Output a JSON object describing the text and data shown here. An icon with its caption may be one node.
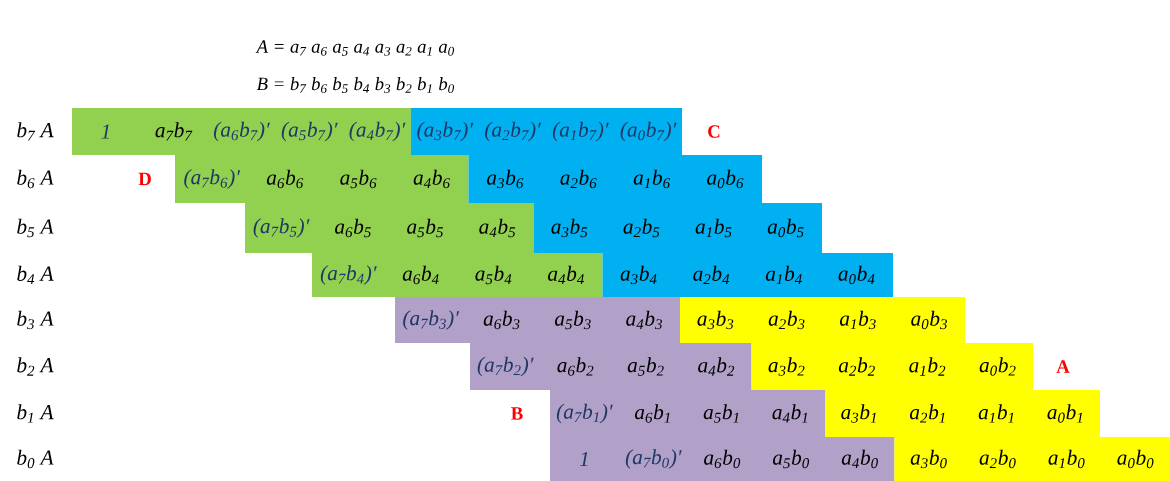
{
  "diagram": {
    "labels": [
      "A = a$_{7}$ a$_{6}$ a$_{5}$ a$_{4}$ a$_{3}$ a$_{2}$ a$_{1}$ a$_{0}$",
      "B = b$_{7}$ b$_{6}$ b$_{5}$ b$_{4}$ b$_{3}$ b$_{2}$ b$_{1}$ b$_{0}$",
      "b$_{7}$ A",
      "1",
      "a$_{7}$b$_{7}$",
      "(a$_{6}$b$_{7}$)′",
      "(a$_{5}$b$_{7}$)′",
      "(a$_{4}$b$_{7}$)′",
      "(a$_{3}$b$_{7}$)′",
      "(a$_{2}$b$_{7}$)′",
      "(a$_{1}$b$_{7}$)′",
      "(a$_{0}$b$_{7}$)′",
      "C",
      "b$_{6}$ A",
      "D",
      "(a$_{7}$b$_{6}$)′",
      "a$_{6}$b$_{6}$",
      "a$_{5}$b$_{6}$",
      "a$_{4}$b$_{6}$",
      "a$_{3}$b$_{6}$",
      "a$_{2}$b$_{6}$",
      "a$_{1}$b$_{6}$",
      "a$_{0}$b$_{6}$",
      "b$_{5}$ A",
      "(a$_{7}$b$_{5}$)′",
      "a$_{6}$b$_{5}$",
      "a$_{5}$b$_{5}$",
      "a$_{4}$b$_{5}$",
      "a$_{3}$b$_{5}$",
      "a$_{2}$b$_{5}$",
      "a$_{1}$b$_{5}$",
      "a$_{0}$b$_{5}$",
      "b$_{4}$ A",
      "(a$_{7}$b$_{4}$)′",
      "a$_{6}$b$_{4}$",
      "a$_{5}$b$_{4}$",
      "a$_{4}$b$_{4}$",
      "a$_{3}$b$_{4}$",
      "a$_{2}$b$_{4}$",
      "a$_{1}$b$_{4}$",
      "a$_{0}$b$_{4}$",
      "b$_{3}$ A",
      "(a$_{7}$b$_{3}$)′",
      "a$_{6}$b$_{3}$",
      "a$_{5}$b$_{3}$",
      "a$_{4}$b$_{3}$",
      "a$_{3}$b$_{3}$",
      "a$_{2}$b$_{3}$",
      "a$_{1}$b$_{3}$",
      "a$_{0}$b$_{3}$",
      "b$_{2}$ A",
      "(a$_{7}$b$_{2}$)′",
      "a$_{6}$b$_{2}$",
      "a$_{5}$b$_{2}$",
      "a$_{4}$b$_{2}$",
      "a$_{3}$b$_{2}$",
      "a$_{2}$b$_{2}$",
      "a$_{1}$b$_{2}$",
      "a$_{0}$b$_{2}$",
      "A",
      "b$_{1}$ A",
      "B",
      "(a$_{7}$b$_{1}$)′",
      "a$_{6}$b$_{1}$",
      "a$_{5}$b$_{1}$",
      "a$_{4}$b$_{1}$",
      "a$_{3}$b$_{1}$",
      "a$_{2}$b$_{1}$",
      "a$_{1}$b$_{1}$",
      "a$_{0}$b$_{1}$",
      "b$_{0}$ A",
      "1",
      "(a$_{7}$b$_{0}$)′",
      "a$_{6}$b$_{0}$",
      "a$_{5}$b$_{0}$",
      "a$_{4}$b$_{0}$",
      "a$_{3}$b$_{0}$",
      "a$_{2}$b$_{0}$",
      "a$_{1}$b$_{0}$",
      "a$_{0}$b$_{0}$"
    ]
  }
}
